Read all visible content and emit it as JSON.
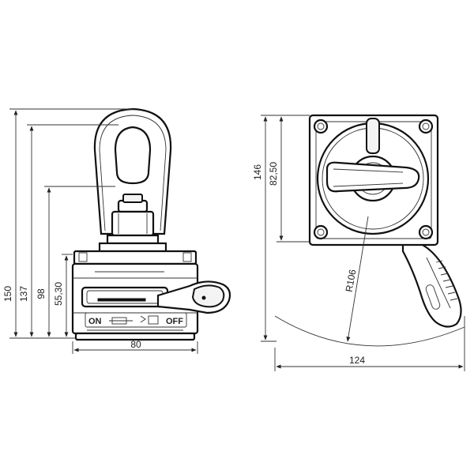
{
  "side_view": {
    "dimensions": {
      "height_overall": "150",
      "height_to_eye": "137",
      "height_to_thread": "98",
      "height_to_handle": "55,30",
      "width": "80"
    },
    "switch_labels": {
      "on": "ON",
      "off": "OFF"
    }
  },
  "top_view": {
    "dimensions": {
      "height_overall": "146",
      "height_to_center": "82,50",
      "handle_radius": "R106",
      "width_overall": "124"
    }
  }
}
